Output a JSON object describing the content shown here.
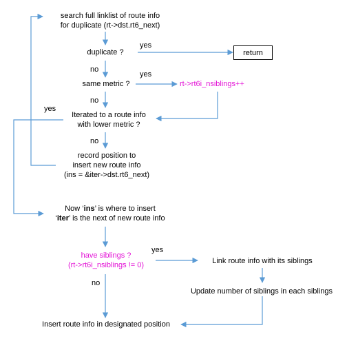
{
  "diagram": {
    "colors": {
      "line": "#5b9bd5",
      "text": "#000000",
      "highlight": "#e312d6"
    },
    "nodes": {
      "search": [
        "search full linklist of route info",
        "for duplicate (rt->dst.rt6_next)"
      ],
      "duplicate": "duplicate ?",
      "return": "return",
      "same_metric": "same metric ?",
      "nsiblings_inc": "rt->rt6i_nsiblings++",
      "iterated": [
        "Iterated to a route info",
        "with lower metric ?"
      ],
      "record": [
        "record position to",
        "insert new route info",
        "(ins = &iter->dst.rt6_next)"
      ],
      "now_ins": {
        "pre": "Now ‘",
        "bold": "ins",
        "post": "’ is where to insert"
      },
      "iter_next": {
        "pre": "‘",
        "bold": "iter",
        "post": "’ is the next of new route info"
      },
      "have_siblings": [
        "have siblings ?",
        "(rt->rt6i_nsiblings != 0)"
      ],
      "link": "Link route info with its siblings",
      "update": "Update number of siblings in each siblings",
      "insert": "Insert route info in designated position"
    },
    "edge_labels": {
      "yes_duplicate": "yes",
      "no_duplicate": "no",
      "yes_metric": "yes",
      "no_metric": "no",
      "yes_iterated": "yes",
      "no_iterated": "no",
      "yes_siblings": "yes",
      "no_siblings": "no"
    }
  }
}
